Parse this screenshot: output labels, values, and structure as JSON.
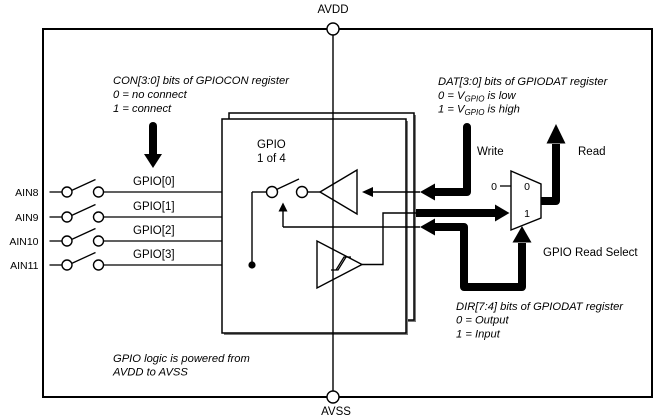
{
  "power": {
    "top_rail": "AVDD",
    "bottom_rail": "AVSS"
  },
  "pins": [
    "AIN8",
    "AIN9",
    "AIN10",
    "AIN11"
  ],
  "gpio_lines": [
    "GPIO[0]",
    "GPIO[1]",
    "GPIO[2]",
    "GPIO[3]"
  ],
  "block": {
    "line1": "GPIO",
    "line2": "1 of 4"
  },
  "signals": {
    "write": "Write",
    "read": "Read",
    "read_select": "GPIO Read Select"
  },
  "mux": {
    "input0": "0",
    "input1": "1",
    "select0": "0"
  },
  "annotations": {
    "con": {
      "line1": "CON[3:0] bits of GPIOCON register",
      "line2": "0 = no connect",
      "line3": "1 = connect"
    },
    "dat": {
      "line1": "DAT[3:0] bits of GPIODAT register",
      "l2_pre": "0 = V",
      "l2_sub": "GPIO",
      "l2_post": " is low",
      "l3_pre": "1 = V",
      "l3_sub": "GPIO",
      "l3_post": " is high"
    },
    "dir": {
      "line1": "DIR[7:4] bits of GPIODAT register",
      "line2": "0 = Output",
      "line3": "1 = Input"
    },
    "note": {
      "line1": "GPIO logic is powered from",
      "line2": "AVDD to AVSS"
    }
  },
  "colors": {
    "ink": "#000000",
    "background": "#ffffff",
    "block_shadow": "#7a7a7a"
  }
}
